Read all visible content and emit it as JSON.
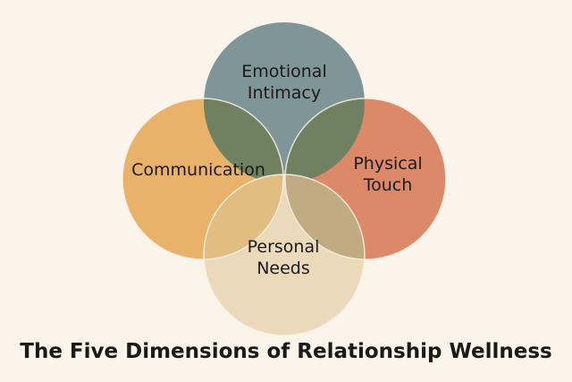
{
  "colors": {
    "background": "#faf4ea",
    "emotional_intimacy": "#7f9597",
    "communication": "#e8b26a",
    "physical_touch": "#dc896a",
    "personal_needs": "#eadabb",
    "overlap_top": "#6f8160",
    "overlap_bottom_left": "#e2bd82",
    "overlap_bottom_right": "#c0ab82"
  },
  "circles": {
    "top": {
      "line1": "Emotional",
      "line2": "Intimacy"
    },
    "left": {
      "line1": "Communication"
    },
    "right": {
      "line1": "Physical",
      "line2": "Touch"
    },
    "bottom": {
      "line1": "Personal",
      "line2": "Needs"
    }
  },
  "title": "The Five Dimensions of Relationship Wellness"
}
